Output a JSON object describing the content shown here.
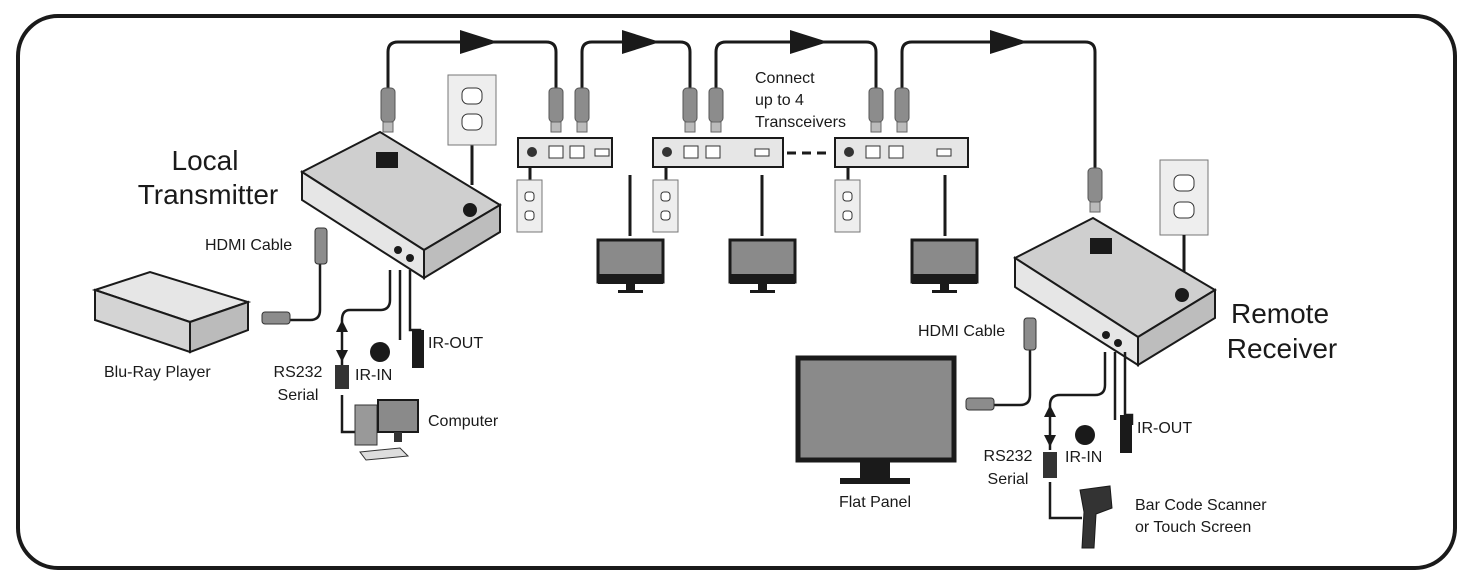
{
  "labels": {
    "local_transmitter": [
      "Local",
      "Transmitter"
    ],
    "remote_receiver": [
      "Remote",
      "Receiver"
    ],
    "hdmi_cable_left": "HDMI Cable",
    "hdmi_cable_right": "HDMI Cable",
    "blu_ray_player": "Blu-Ray Player",
    "rs232_left": [
      "RS232",
      "Serial"
    ],
    "rs232_right": [
      "RS232",
      "Serial"
    ],
    "ir_in_left": "IR-IN",
    "ir_out_left": "IR-OUT",
    "ir_in_right": "IR-IN",
    "ir_out_right": "IR-OUT",
    "computer": "Computer",
    "connect_note": [
      "Connect",
      "up to 4",
      "Transceivers"
    ],
    "flat_panel": "Flat Panel",
    "scanner": [
      "Bar Code Scanner",
      "or Touch Screen"
    ]
  },
  "colors": {
    "line": "#1a1a1a",
    "device": "#e6e6e6",
    "screen": "#8a8a8a",
    "connector": "#8c8c8c"
  }
}
